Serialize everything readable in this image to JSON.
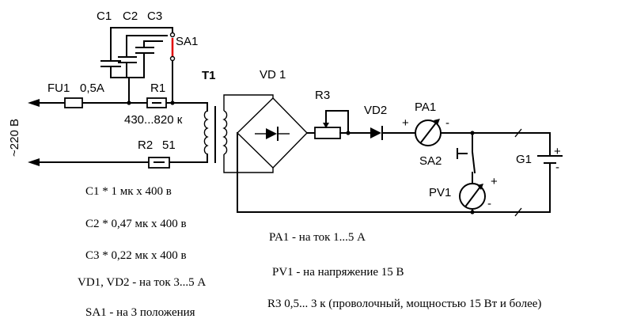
{
  "labels": {
    "caps_header": [
      "C1",
      "C2",
      "C3"
    ],
    "sa1": "SA1",
    "fu1": "FU1",
    "fu1_rating": "0,5А",
    "r1": "R1",
    "r1_value": "430...820 к",
    "r2": "R2",
    "r2_value": "51",
    "mains": "~220 В",
    "t1": "T1",
    "vd1": "VD 1",
    "r3": "R3",
    "vd2": "VD2",
    "pa1": "PA1",
    "sa2": "SA2",
    "g1": "G1",
    "pv1": "PV1",
    "plus": "+",
    "minus": "-"
  },
  "notes_left": [
    "С1 * 1 мк х 400 в",
    "С2 * 0,47 мк х 400 в",
    "С3 * 0,22 мк х 400 в",
    "VD1, VD2 - на ток 3...5 А",
    "SA1 - на 3 положения"
  ],
  "notes_right": [
    "PA1 - на ток 1...5 А",
    "PV1 - на напряжение 15 В",
    "R3   0,5... 3 к  (проволочный, мощностью  15 Вт и более)"
  ],
  "colors": {
    "wire": "#000000",
    "sa1_contact": "#e00000"
  }
}
